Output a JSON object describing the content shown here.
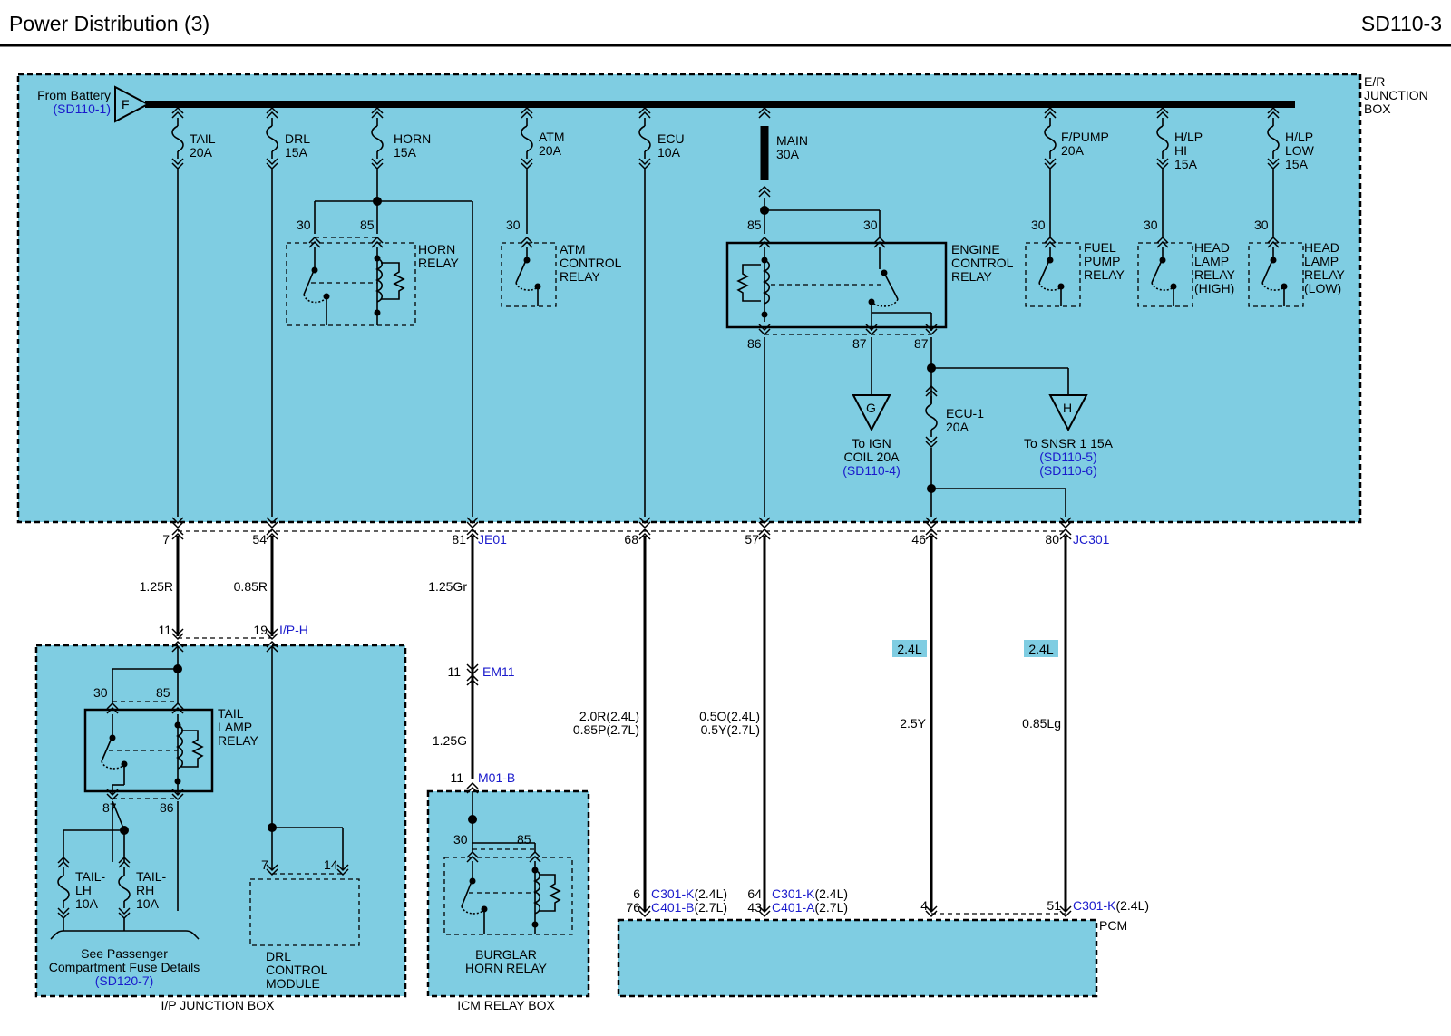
{
  "header": {
    "title": "Power Distribution (3)",
    "code": "SD110-3"
  },
  "boxes": {
    "er_junction": [
      "E/R",
      "JUNCTION",
      "BOX"
    ],
    "ip_junction": "I/P JUNCTION BOX",
    "icm_relay": "ICM RELAY BOX",
    "pcm": "PCM"
  },
  "battery": {
    "label": "From Battery",
    "ref": "(SD110-1)",
    "conn": "F"
  },
  "fuses": [
    {
      "id": "tail",
      "lines": [
        "TAIL",
        "20A"
      ]
    },
    {
      "id": "drl",
      "lines": [
        "DRL",
        "15A"
      ]
    },
    {
      "id": "horn",
      "lines": [
        "HORN",
        "15A"
      ]
    },
    {
      "id": "atm",
      "lines": [
        "ATM",
        "20A"
      ]
    },
    {
      "id": "ecu",
      "lines": [
        "ECU",
        "10A"
      ]
    },
    {
      "id": "main",
      "lines": [
        "MAIN",
        "30A"
      ]
    },
    {
      "id": "fpump",
      "lines": [
        "F/PUMP",
        "20A"
      ]
    },
    {
      "id": "hlphi",
      "lines": [
        "H/LP",
        "HI",
        "15A"
      ]
    },
    {
      "id": "hlplow",
      "lines": [
        "H/LP",
        "LOW",
        "15A"
      ]
    },
    {
      "id": "ecu1",
      "lines": [
        "ECU-1",
        "20A"
      ]
    },
    {
      "id": "taillh",
      "lines": [
        "TAIL-",
        "LH",
        "10A"
      ]
    },
    {
      "id": "tailrh",
      "lines": [
        "TAIL-",
        "RH",
        "10A"
      ]
    }
  ],
  "relays": [
    {
      "id": "horn",
      "lines": [
        "HORN",
        "RELAY"
      ],
      "pins": [
        "30",
        "85"
      ]
    },
    {
      "id": "atm",
      "lines": [
        "ATM",
        "CONTROL",
        "RELAY"
      ],
      "pins": [
        "30"
      ]
    },
    {
      "id": "engine",
      "lines": [
        "ENGINE",
        "CONTROL",
        "RELAY"
      ],
      "pins": [
        "85",
        "30",
        "86",
        "87",
        "87"
      ]
    },
    {
      "id": "fuelpump",
      "lines": [
        "FUEL",
        "PUMP",
        "RELAY"
      ],
      "pins": [
        "30"
      ]
    },
    {
      "id": "hlhigh",
      "lines": [
        "HEAD",
        "LAMP",
        "RELAY",
        "(HIGH)"
      ],
      "pins": [
        "30"
      ]
    },
    {
      "id": "hllow",
      "lines": [
        "HEAD",
        "LAMP",
        "RELAY",
        "(LOW)"
      ],
      "pins": [
        "30"
      ]
    },
    {
      "id": "taillamp",
      "lines": [
        "TAIL",
        "LAMP",
        "RELAY"
      ],
      "pins": [
        "30",
        "85",
        "87",
        "86"
      ]
    },
    {
      "id": "burglar",
      "lines": [
        "BURGLAR",
        "HORN RELAY"
      ],
      "pins": [
        "30",
        "85"
      ]
    }
  ],
  "connectors": {
    "g": {
      "letter": "G",
      "lines": [
        "To IGN",
        "COIL 20A"
      ],
      "ref": "(SD110-4)"
    },
    "h": {
      "letter": "H",
      "lines": [
        "To SNSR 1 15A"
      ],
      "refs": [
        "(SD110-5)",
        "(SD110-6)"
      ]
    }
  },
  "junction_pins": [
    "7",
    "54",
    "81",
    "68",
    "57",
    "46",
    "80"
  ],
  "connector_labels": {
    "je01": "JE01",
    "jc301": "JC301",
    "iph": "I/P-H",
    "em11": "EM11",
    "m01b": "M01-B"
  },
  "wires": [
    "1.25R",
    "0.85R",
    "1.25Gr",
    "1.25G",
    "2.0R(2.4L)",
    "0.85P(2.7L)",
    "0.5O(2.4L)",
    "0.5Y(2.7L)",
    "2.5Y",
    "0.85Lg"
  ],
  "pins": {
    "ip_tail": "11",
    "ip_drl": "19",
    "em11": "11",
    "m01b": "11",
    "drl7": "7",
    "drl14": "14",
    "pcm6": "6",
    "pcm76": "76",
    "pcm64": "64",
    "pcm43": "43",
    "pcm4": "4",
    "pcm51": "51"
  },
  "badges": [
    "2.4L",
    "2.4L"
  ],
  "pcm_conns": {
    "a1": "C301-K",
    "a1v": "(2.4L)",
    "a2": "C401-B",
    "a2v": "(2.7L)",
    "b1": "C301-K",
    "b1v": "(2.4L)",
    "b2": "C401-A",
    "b2v": "(2.7L)",
    "c1": "C301-K",
    "c1v": "(2.4L)"
  },
  "passenger_note": {
    "lines": [
      "See Passenger",
      "Compartment Fuse Details"
    ],
    "ref": "(SD120-7)"
  },
  "drl_module": [
    "DRL",
    "CONTROL",
    "MODULE"
  ],
  "colors": {
    "box_fill": "#7fcde2",
    "ref_text": "#1a1acc",
    "badge": "#7fcde2"
  }
}
